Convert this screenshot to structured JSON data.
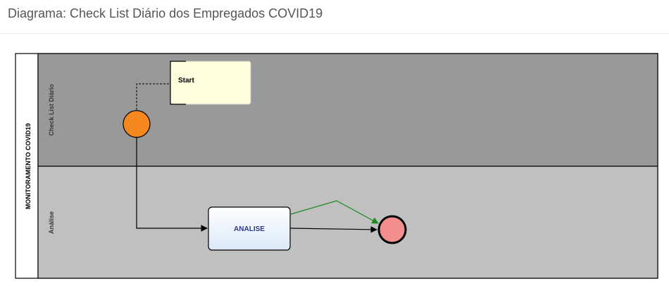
{
  "page": {
    "title": "Diagrama: Check List Diário dos Empregados COVID19"
  },
  "diagram": {
    "pool": {
      "label": "MONITORAMENTO COVID19"
    },
    "lanes": [
      {
        "label": "Check List Diário",
        "color": "#999999"
      },
      {
        "label": "Análise",
        "color": "#c0c0c0"
      }
    ],
    "annotation": {
      "text": "Start",
      "fill": "#ffffdd"
    },
    "start_event": {
      "fill": "#f5871f"
    },
    "task": {
      "label": "ANALISE",
      "label_color": "#2e3a87"
    },
    "end_event": {
      "fill": "#f28e8e"
    },
    "colors": {
      "flow": "#000000",
      "conditional_flow": "#1a8a1a"
    }
  }
}
